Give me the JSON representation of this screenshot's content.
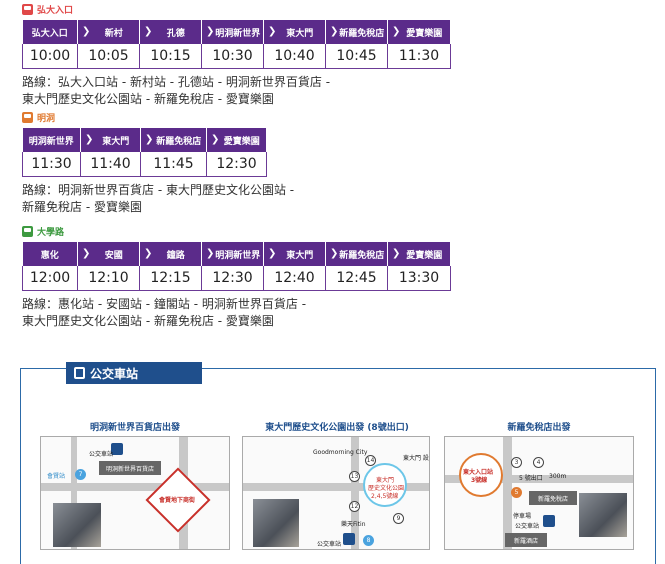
{
  "routes": [
    {
      "name": "弘大入口",
      "color": "#e04848",
      "stops": [
        "弘大入口",
        "新村",
        "孔德",
        "明洞新世界",
        "東大門",
        "新羅免稅店",
        "愛寶樂園"
      ],
      "times": [
        "10:00",
        "10:05",
        "10:15",
        "10:30",
        "10:40",
        "10:45",
        "11:30"
      ],
      "desc_line1": "路線：弘大入口站 - 新村站 - 孔德站 - 明洞新世界百貨店 -",
      "desc_line2": "東大門歷史文化公園站 - 新羅免稅店 - 愛寶樂園"
    },
    {
      "name": "明洞",
      "color": "#e07a30",
      "stops": [
        "明洞新世界",
        "東大門",
        "新羅免稅店",
        "愛寶樂園"
      ],
      "times": [
        "11:30",
        "11:40",
        "11:45",
        "12:30"
      ],
      "desc_line1": "路線：明洞新世界百貨店 - 東大門歷史文化公園站 -",
      "desc_line2": "新羅免稅店 - 愛寶樂園"
    },
    {
      "name": "大學路",
      "color": "#3d9a40",
      "stops": [
        "惠化",
        "安國",
        "鐘路",
        "明洞新世界",
        "東大門",
        "新羅免稅店",
        "愛寶樂園"
      ],
      "times": [
        "12:00",
        "12:10",
        "12:15",
        "12:30",
        "12:40",
        "12:45",
        "13:30"
      ],
      "desc_line1": "路線：惠化站 - 安國站 - 鐘閣站 - 明洞新世界百貨店 -",
      "desc_line2": "東大門歷史文化公園站 - 新羅免稅店 - 愛寶樂園"
    }
  ],
  "bus_section": {
    "title": "公交車站",
    "stops": [
      {
        "title": "明洞新世界百貨店出發",
        "labels": {
          "bus_stop": "公交車站",
          "building": "明洞新世界百貨店",
          "underground": "會賢地下商街",
          "station": "會賢站",
          "station_no": "7"
        }
      },
      {
        "title": "東大門歷史文化公園出發 (8號出口)",
        "labels": {
          "goodmorning": "Goodmorning City",
          "dept": "東大門 設計廣場",
          "center_line1": "東大門",
          "center_line2": "歷史文化公園",
          "center_line3": "2,4,5號線",
          "fitin": "樂天Fitin",
          "bus_stop": "公交車站",
          "exit": "8",
          "c14": "14",
          "c13": "13",
          "c12": "12",
          "c9": "9"
        }
      },
      {
        "title": "新羅免稅店出發",
        "labels": {
          "station_line1": "東大入口站",
          "station_line2": "3號線",
          "exit5": "5 號出口",
          "dist": "300m",
          "shilla": "新羅免稅店",
          "parking": "停車場",
          "bus_stop": "公交車站",
          "hotel": "新羅酒店",
          "c3": "3",
          "c4": "4",
          "c5": "5"
        }
      }
    ]
  }
}
